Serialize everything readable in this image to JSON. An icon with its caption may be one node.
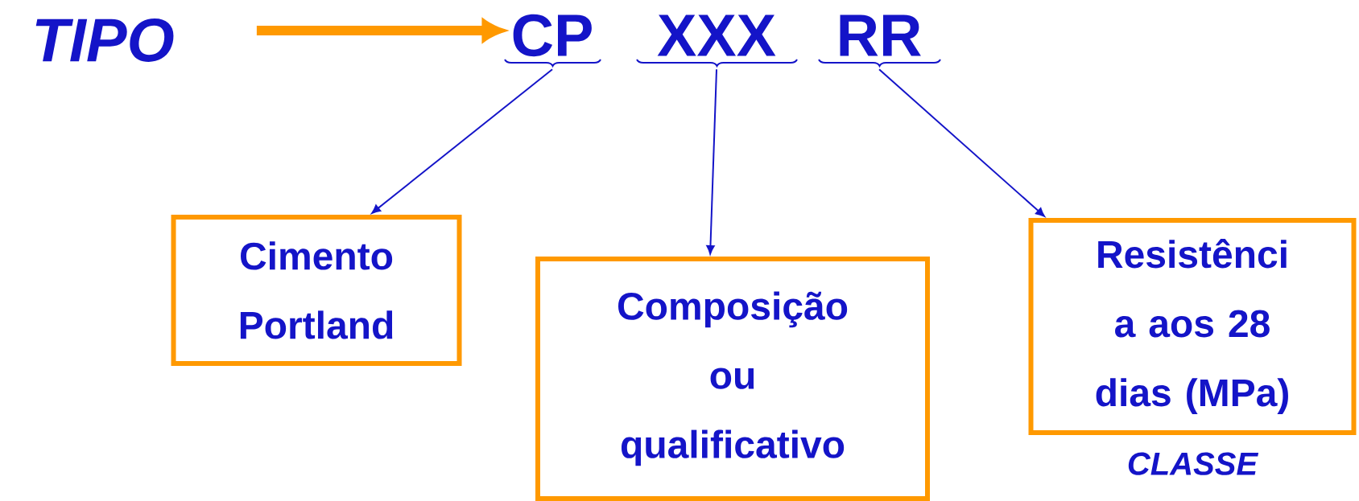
{
  "diagram": {
    "nodes": [
      {
        "text": [
          "TIPO"
        ]
      },
      {
        "text": [
          "CP"
        ]
      },
      {
        "text": [
          "XXX"
        ]
      },
      {
        "text": [
          "RR"
        ]
      },
      {
        "text": [
          "Cimento Portland"
        ]
      },
      {
        "text": [
          "Composição ou qualificativo"
        ]
      },
      {
        "text": [
          "Resistênci a aos 28 dias (MPa)"
        ],
        "beside": [
          "CLASSE"
        ]
      }
    ],
    "edges": [
      {
        "from": 0,
        "to": 1,
        "arrow": "to",
        "style": "thick",
        "color": "#ff9900"
      },
      {
        "from": 1,
        "to": 4,
        "arrow": "to"
      },
      {
        "from": 2,
        "to": 5,
        "arrow": "to"
      },
      {
        "from": 3,
        "to": 6,
        "arrow": "to"
      }
    ]
  }
}
